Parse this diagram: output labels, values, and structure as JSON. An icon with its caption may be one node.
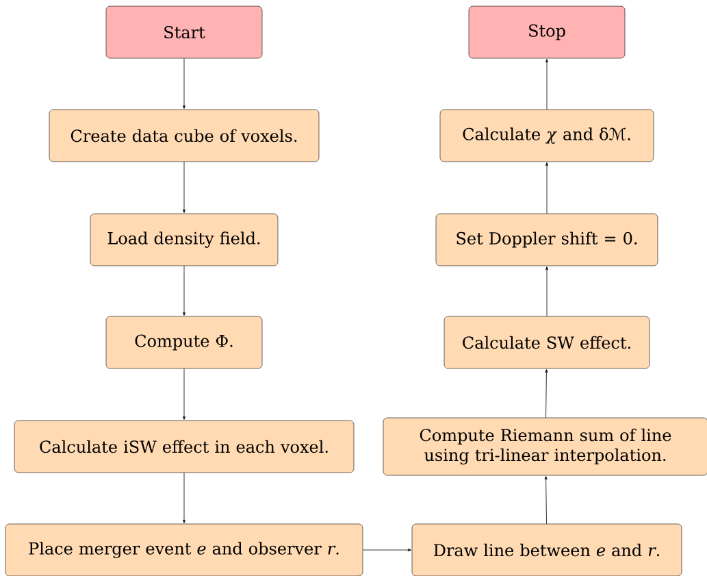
{
  "diagram": {
    "nodes": [
      {
        "text": [
          "Start"
        ]
      },
      {
        "text": [
          "Create data cube of voxels."
        ]
      },
      {
        "text": [
          "Load density field."
        ]
      },
      {
        "text": [
          "Compute Φ."
        ]
      },
      {
        "text": [
          "Calculate iSW effect in each voxel."
        ]
      },
      {
        "text": [
          "Place merger event *e* and observer *r*."
        ]
      },
      {
        "text": [
          "Draw line between *e* and *r*."
        ]
      },
      {
        "text": [
          "Compute Riemann sum of line using tri-linear interpolation."
        ]
      },
      {
        "text": [
          "Calculate SW effect."
        ]
      },
      {
        "text": [
          "Set Doppler shift = 0."
        ]
      },
      {
        "text": [
          "Calculate *χ* and δℳ."
        ]
      },
      {
        "text": [
          "Stop"
        ]
      }
    ],
    "edges": [
      {
        "from": 0,
        "to": 1,
        "arrow": "to"
      },
      {
        "from": 1,
        "to": 2,
        "arrow": "to"
      },
      {
        "from": 2,
        "to": 3,
        "arrow": "to"
      },
      {
        "from": 3,
        "to": 4,
        "arrow": "to"
      },
      {
        "from": 4,
        "to": 5,
        "arrow": "to"
      },
      {
        "from": 5,
        "to": 6,
        "arrow": "to"
      },
      {
        "from": 6,
        "to": 7,
        "arrow": "to"
      },
      {
        "from": 7,
        "to": 8,
        "arrow": "to"
      },
      {
        "from": 8,
        "to": 9,
        "arrow": "to"
      },
      {
        "from": 9,
        "to": 10,
        "arrow": "to"
      },
      {
        "from": 10,
        "to": 11,
        "arrow": "to"
      }
    ]
  }
}
